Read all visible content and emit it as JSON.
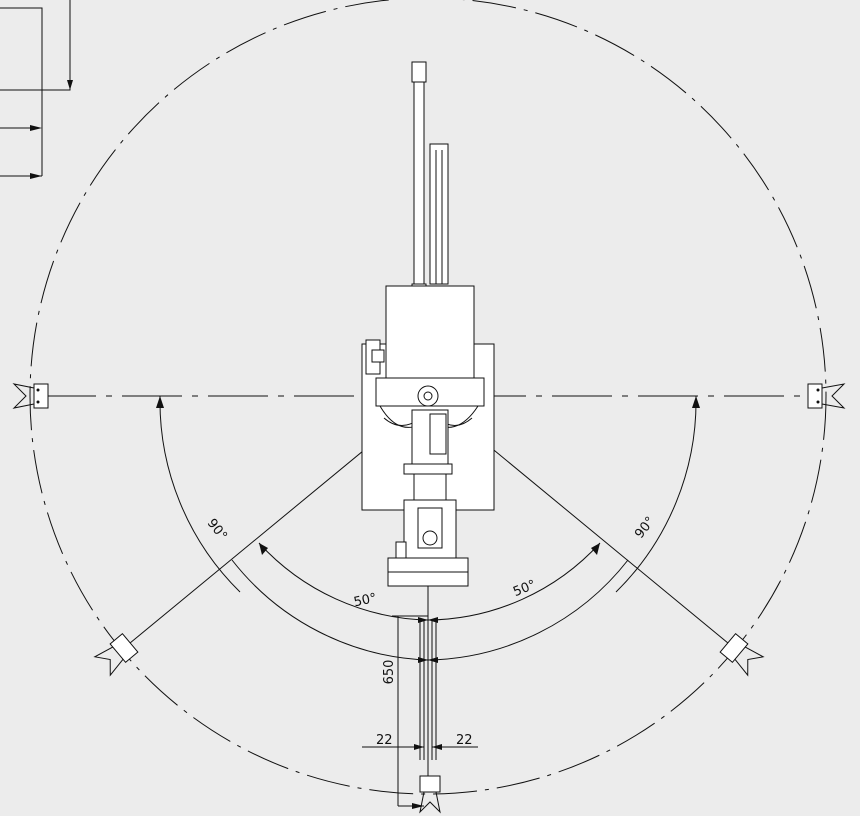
{
  "colors": {
    "background": "#ececec",
    "line": "#111111"
  },
  "dimensions": {
    "angle_left_outer": "90°",
    "angle_right_outer": "90°",
    "angle_left_inner": "50°",
    "angle_right_inner": "50°",
    "radius": "650",
    "offset_left": "22",
    "offset_right": "22"
  }
}
